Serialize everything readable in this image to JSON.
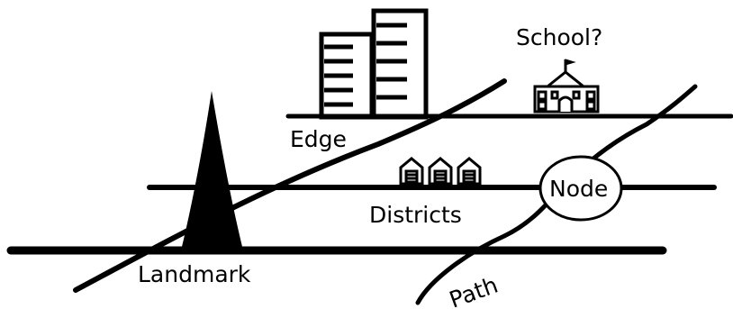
{
  "labels": {
    "edge": "Edge",
    "school": "School?",
    "districts": "Districts",
    "node": "Node",
    "landmark": "Landmark",
    "path": "Path"
  },
  "colors": {
    "ink": "#000000",
    "paper": "#ffffff"
  },
  "icons": [
    "buildings-icon",
    "school-icon",
    "house-icon",
    "house-icon",
    "house-icon",
    "landmark-spire-icon"
  ]
}
